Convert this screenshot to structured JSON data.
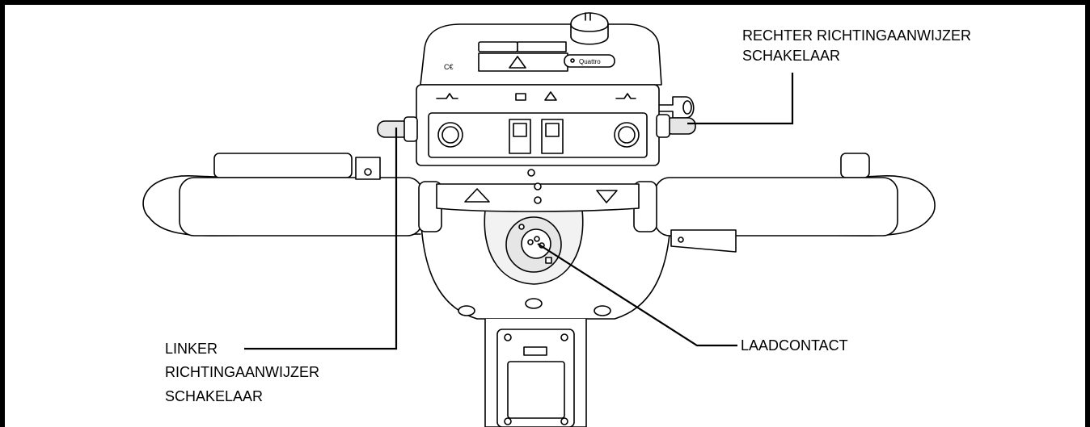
{
  "labels": {
    "right_switch_line1": "RECHTER RICHTINGAANWIJZER",
    "right_switch_line2": "SCHAKELAAR",
    "left_switch_line1": "LINKER",
    "left_switch_line2": "RICHTINGAANWIJZER",
    "left_switch_line3": "SCHAKELAAR",
    "charger": "LAADCONTACT"
  },
  "panel": {
    "brand_mark": "Quattro",
    "ce_mark": "C€"
  },
  "icons": {
    "horn": "horn-icon",
    "light": "headlight-icon",
    "hazard": "hazard-triangle-icon",
    "battery": "battery-icon"
  },
  "colors": {
    "line": "#000000",
    "fill": "#ffffff",
    "shade": "#e6e6e6"
  }
}
